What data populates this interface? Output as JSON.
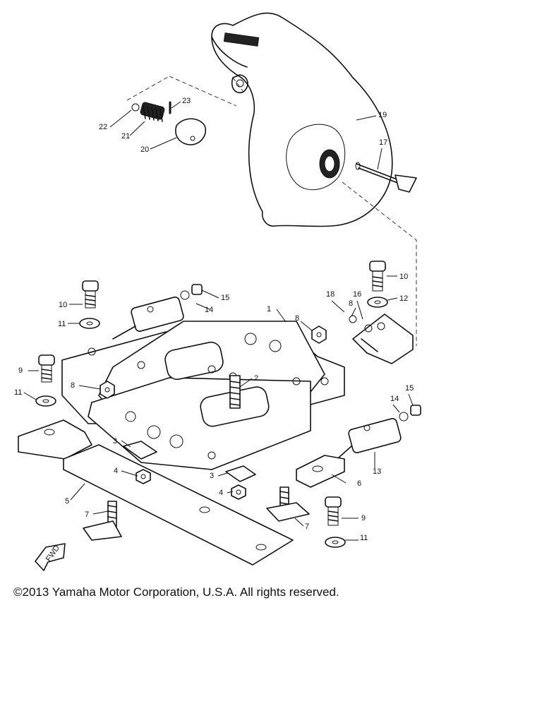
{
  "diagram": {
    "callouts": [
      "1",
      "2",
      "3",
      "3",
      "4",
      "4",
      "5",
      "6",
      "7",
      "7",
      "8",
      "8",
      "8",
      "9",
      "9",
      "10",
      "10",
      "11",
      "11",
      "11",
      "12",
      "13",
      "14",
      "14",
      "15",
      "15",
      "16",
      "17",
      "18",
      "19",
      "20",
      "21",
      "22",
      "23"
    ],
    "fwd_label": "FWD"
  },
  "footer": {
    "copyright": "©2013 Yamaha Motor Corporation, U.S.A. All rights reserved."
  }
}
